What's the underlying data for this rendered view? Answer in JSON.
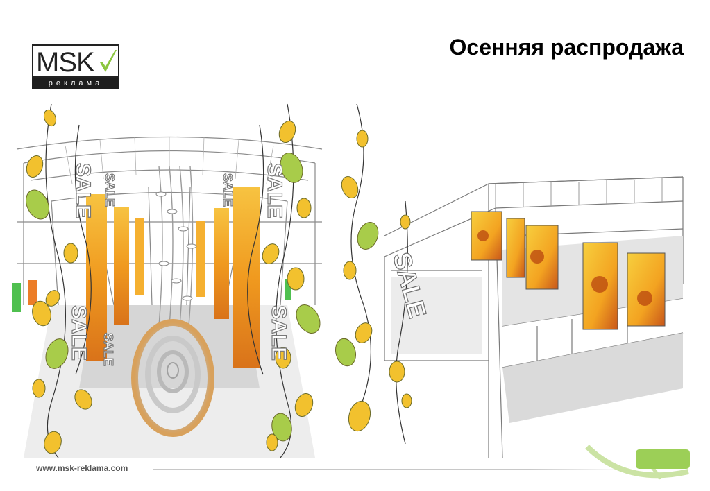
{
  "header": {
    "title": "Осенняя распродажа"
  },
  "logo": {
    "main_text": "MSK",
    "sub_text": "реклама"
  },
  "footer": {
    "url": "www.msk-reklama.com"
  },
  "illustrations": {
    "sale_text": "SALE",
    "colors": {
      "leaf_yellow": "#f2c12e",
      "leaf_green": "#a8cc4a",
      "banner_orange": "#f09a1f",
      "sketch_gray": "#8a8a8a",
      "accent_green": "#9ccf57"
    }
  }
}
